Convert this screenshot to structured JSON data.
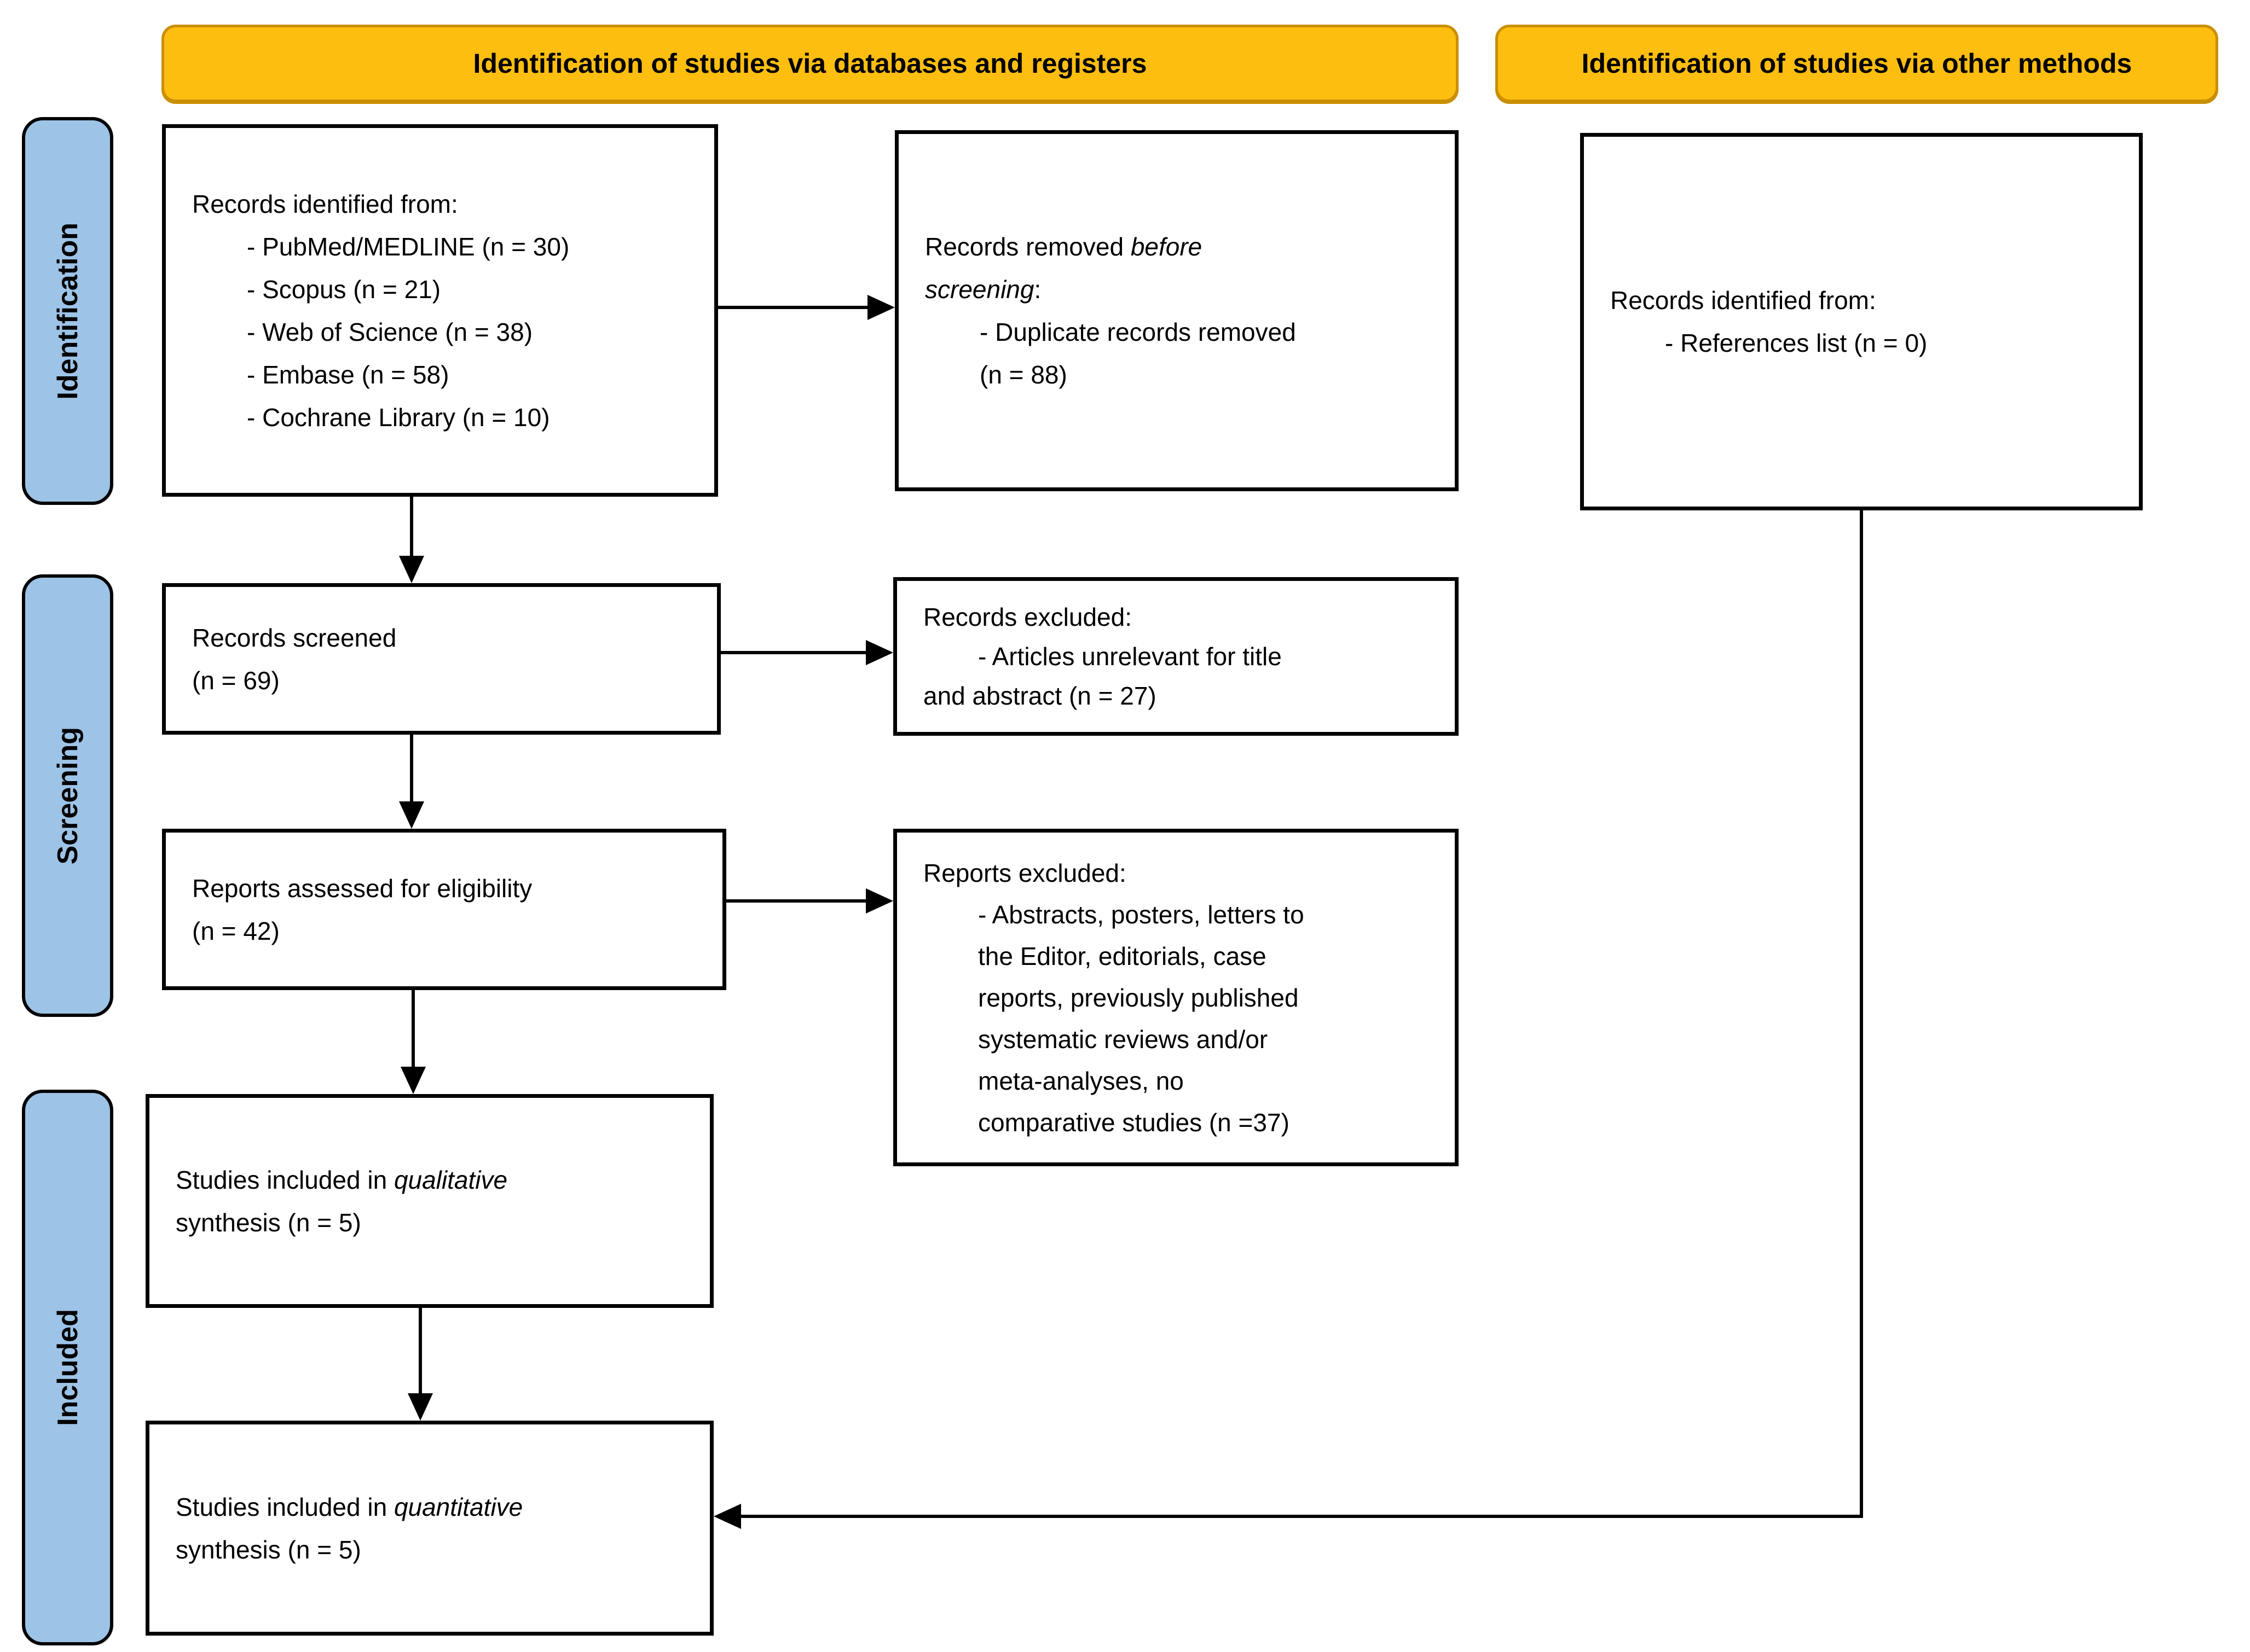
{
  "banners": {
    "databases": "Identification of studies via databases and registers",
    "other_methods": "Identification of studies via other methods"
  },
  "sidebar": {
    "identification": "Identification",
    "screening": "Screening",
    "included": "Included"
  },
  "colors": {
    "banner_bg": "#FEBE10",
    "banner_border": "#C98F00",
    "sidebar_bg": "#9DC3E6",
    "box_border": "#000000"
  },
  "boxes": {
    "records_identified_db": {
      "title": "Records identified from:",
      "items": [
        "- PubMed/MEDLINE (n = 30)",
        "- Scopus (n = 21)",
        "- Web of Science (n = 38)",
        "- Embase (n = 58)",
        "- Cochrane Library (n = 10)"
      ]
    },
    "records_removed": {
      "line1_pre": "Records removed ",
      "line1_italic": "before",
      "line2_italic": "screening",
      "line2_post": ":",
      "item_line1": "- Duplicate records removed",
      "item_line2": "(n = 88)"
    },
    "records_identified_other": {
      "title": "Records identified from:",
      "items": [
        "- References list (n = 0)"
      ]
    },
    "records_screened": {
      "line1": "Records screened",
      "line2": "(n = 69)"
    },
    "records_excluded": {
      "title": "Records excluded:",
      "item_line1": "- Articles unrelevant for title",
      "item_line2": "and abstract (n = 27)"
    },
    "reports_assessed": {
      "line1": "Reports assessed for eligibility",
      "line2": "(n = 42)"
    },
    "reports_excluded": {
      "title": "Reports excluded:",
      "items": [
        "- Abstracts, posters, letters to",
        "the Editor, editorials, case",
        "reports, previously published",
        "systematic reviews and/or",
        "meta-analyses, no",
        "comparative studies (n =37)"
      ]
    },
    "qualitative": {
      "line1_pre": "Studies included in ",
      "line1_italic": "qualitative",
      "line2": "synthesis (n = 5)"
    },
    "quantitative": {
      "line1_pre": "Studies included in ",
      "line1_italic": "quantitative",
      "line2": "synthesis (n = 5)"
    }
  }
}
